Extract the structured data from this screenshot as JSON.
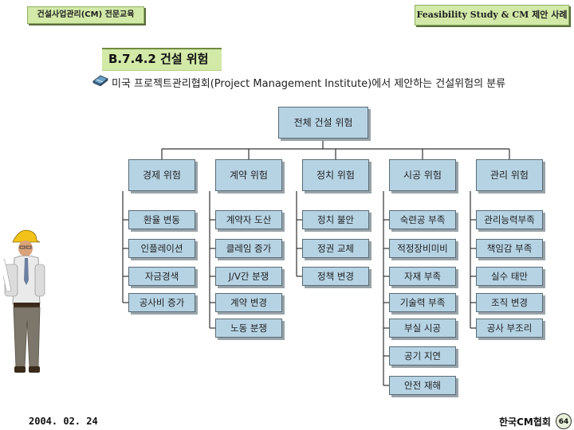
{
  "header": {
    "left_label": "건설사업관리(CM) 전문교육",
    "right_label": "Feasibility Study & CM 제안 사례"
  },
  "section": {
    "title": "B.7.4.2  건설 위험",
    "subtitle": "미국 프로젝트관리협회(Project Management Institute)에서 제안하는 건설위험의 분류"
  },
  "diagram": {
    "root": "전체 건설 위험",
    "categories": [
      {
        "label": "경제 위험",
        "items": [
          "환율 변동",
          "인플레이션",
          "자금경색",
          "공사비 증가"
        ]
      },
      {
        "label": "계약 위험",
        "items": [
          "계약자 도산",
          "클레임 증가",
          "J/V간 분쟁",
          "계약 변경",
          "노동 분쟁"
        ]
      },
      {
        "label": "정치 위험",
        "items": [
          "정치 불안",
          "정권 교체",
          "정책 변경"
        ]
      },
      {
        "label": "시공 위험",
        "items": [
          "숙련공 부족",
          "적정장비미비",
          "자재 부족",
          "기술력 부족",
          "부실 시공",
          "공기 지연",
          "안전 재해"
        ]
      },
      {
        "label": "관리 위험",
        "items": [
          "관리능력부족",
          "책임감 부족",
          "실수 태만",
          "조직 변경",
          "공사 부조리"
        ]
      }
    ]
  },
  "footer": {
    "date": "2004. 02. 24",
    "org": "한국CM협회",
    "page": "64"
  },
  "icons": {
    "section_icon": "book-icon",
    "illustration": "construction-worker-illustration"
  },
  "colors": {
    "header_bg": "#d2e9a8",
    "box_bg": "#b6d3e4",
    "line": "#333333"
  }
}
